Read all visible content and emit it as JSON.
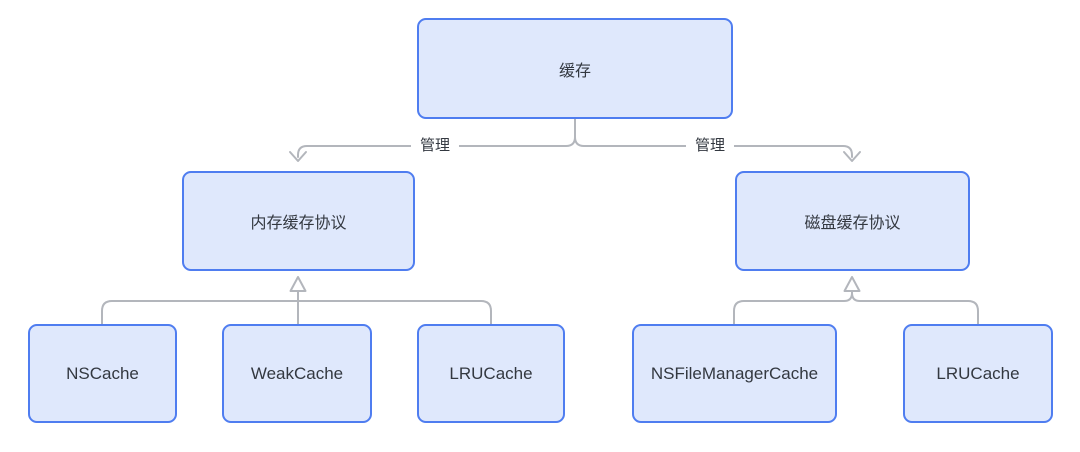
{
  "colors": {
    "background": "#ffffff",
    "node-border": "#4f7df0",
    "node-fill": "#dfe8fc",
    "connector": "#b3b6bc",
    "text": "#333840"
  },
  "diagram": {
    "root": {
      "label": "缓存"
    },
    "edge_labels": {
      "manage_left": "管理",
      "manage_right": "管理"
    },
    "protocols": [
      {
        "label": "内存缓存协议"
      },
      {
        "label": "磁盘缓存协议"
      }
    ],
    "memory_implementations": [
      {
        "label": "NSCache"
      },
      {
        "label": "WeakCache"
      },
      {
        "label": "LRUCache"
      }
    ],
    "disk_implementations": [
      {
        "label": "NSFileManagerCache"
      },
      {
        "label": "LRUCache"
      }
    ]
  }
}
